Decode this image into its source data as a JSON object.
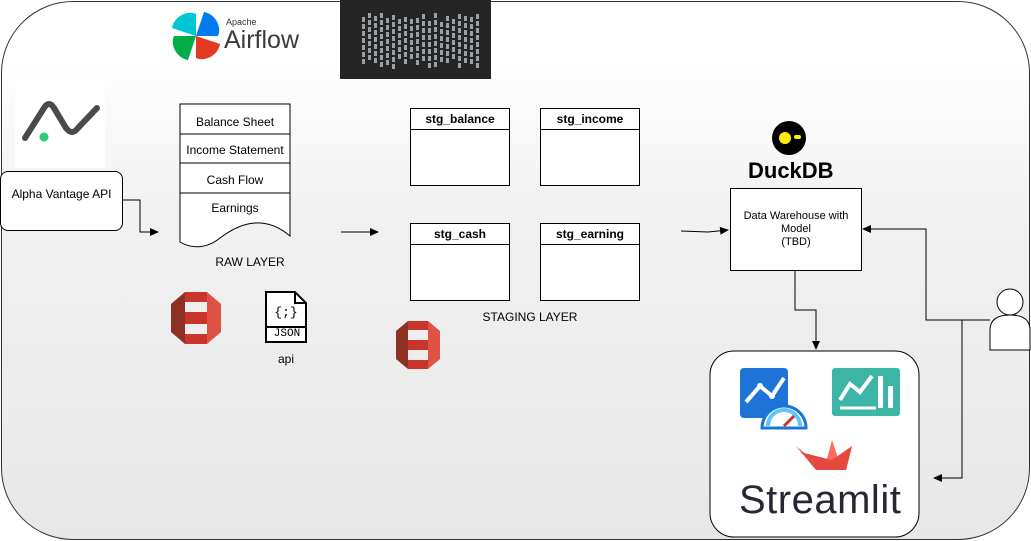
{
  "airflow": {
    "small": "Apache",
    "big": "Airflow"
  },
  "source": {
    "label": "Alpha Vantage API"
  },
  "raw": {
    "docs": [
      "Balance Sheet",
      "Income Statement",
      "Cash Flow",
      "Earnings"
    ],
    "title": "RAW LAYER",
    "json_icon_text": "JSON",
    "api_label": "api"
  },
  "staging": {
    "tables": [
      "stg_balance",
      "stg_income",
      "stg_cash",
      "stg_earning"
    ],
    "title": "STAGING LAYER"
  },
  "duckdb": {
    "name": "DuckDB"
  },
  "warehouse": {
    "line1": "Data Warehouse with",
    "line2": "Model",
    "line3": "(TBD)"
  },
  "streamlit": {
    "name": "Streamlit"
  },
  "colors": {
    "aws_red": "#C7352B",
    "streamlit_red": "#E4483F",
    "airflow_teal": "#017CEE",
    "alpha_green": "#2ECC71"
  }
}
